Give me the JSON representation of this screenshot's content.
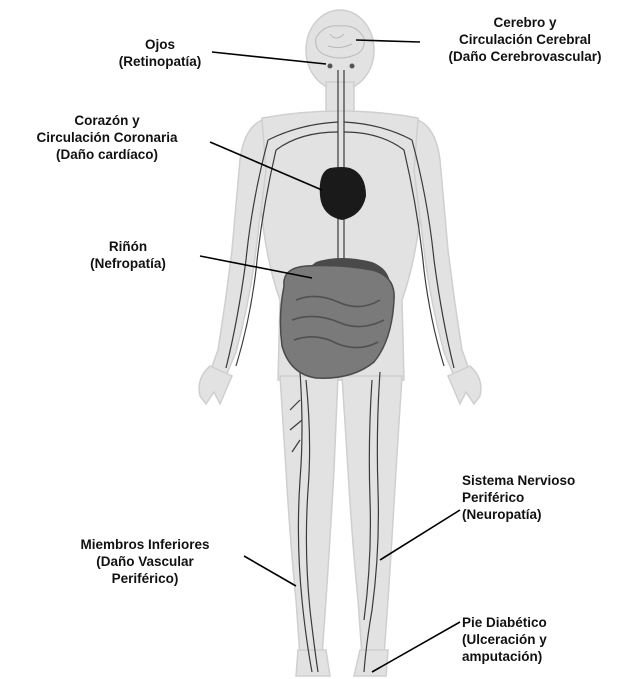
{
  "labels": {
    "ojos": [
      "Ojos",
      "(Retinopatía)"
    ],
    "cerebro": [
      "Cerebro y",
      "Circulación Cerebral",
      "(Daño Cerebrovascular)"
    ],
    "corazon": [
      "Corazón y",
      "Circulación Coronaria",
      "(Daño cardíaco)"
    ],
    "rinon": [
      "Riñón",
      "(Nefropatía)"
    ],
    "nervioso": [
      "Sistema Nervioso",
      "Periférico",
      "(Neuropatía)"
    ],
    "miembros": [
      "Miembros Inferiores",
      "(Daño Vascular",
      "Periférico)"
    ],
    "pie": [
      "Pie Diabético",
      "(Ulceración y",
      "amputación)"
    ]
  },
  "colors": {
    "body": "#e2e2e2",
    "body_outline": "#c9c9c9",
    "heart": "#1a1a1a",
    "organs": "#6a6a6a",
    "nerves": "#3a3a3a",
    "pointer": "#000000"
  }
}
